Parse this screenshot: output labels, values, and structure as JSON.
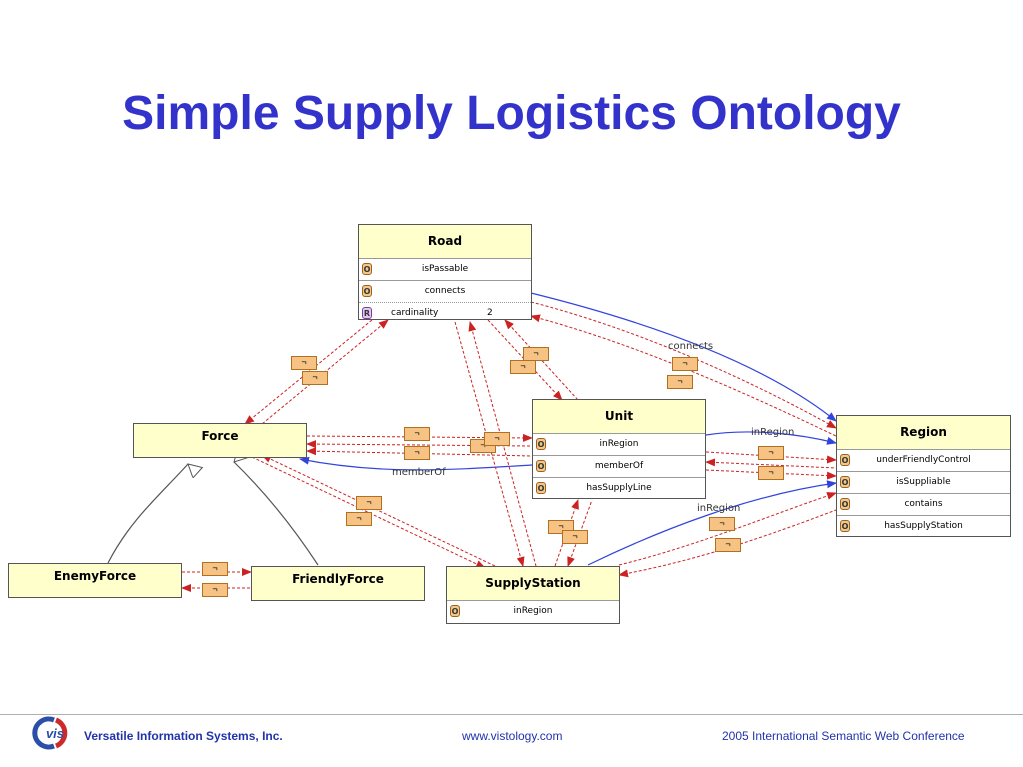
{
  "title": "Simple Supply Logistics Ontology",
  "classes": {
    "road": {
      "name": "Road",
      "props": [
        "isPassable",
        "connects"
      ],
      "restriction": {
        "label": "cardinality",
        "value": "2"
      }
    },
    "unit": {
      "name": "Unit",
      "props": [
        "inRegion",
        "memberOf",
        "hasSupplyLine"
      ]
    },
    "region": {
      "name": "Region",
      "props": [
        "underFriendlyControl",
        "isSuppliable",
        "contains",
        "hasSupplyStation"
      ]
    },
    "force": {
      "name": "Force"
    },
    "enemy_force": {
      "name": "EnemyForce"
    },
    "friendly_force": {
      "name": "FriendlyForce"
    },
    "supply_station": {
      "name": "SupplyStation",
      "props": [
        "inRegion"
      ]
    }
  },
  "badges": {
    "object_property": "O",
    "restriction": "R"
  },
  "restriction_symbol": "¬",
  "edge_labels": {
    "connects": "connects",
    "unit_in_region": "inRegion",
    "member_of": "memberOf",
    "station_in_region": "inRegion"
  },
  "colors": {
    "title": "#3333cc",
    "class_header": "#ffffcc",
    "property_edge": "#3344dd",
    "restriction_edge": "#cc2222",
    "restriction_box": "#f6c384"
  },
  "footer": {
    "company": "Versatile Information Systems, Inc.",
    "url": "www.vistology.com",
    "conference": "2005 International Semantic Web Conference",
    "logo_text": "vis"
  }
}
